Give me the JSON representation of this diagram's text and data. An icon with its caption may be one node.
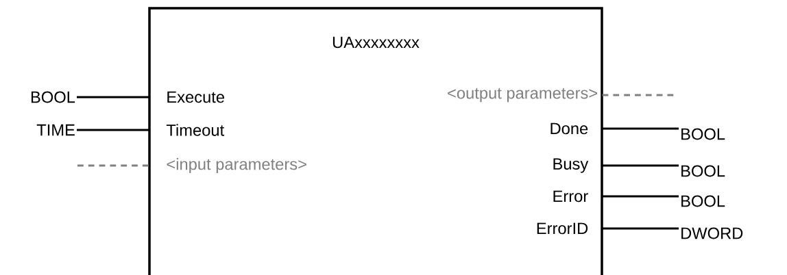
{
  "diagram": {
    "nodes": [
      {
        "text": [
          "UAxxxxxxxx"
        ]
      },
      {
        "text": [
          "Execute"
        ],
        "in": 0
      },
      {
        "text": [
          "Timeout"
        ],
        "in": 0
      },
      {
        "text": [
          "<input parameters>"
        ],
        "in": 0
      },
      {
        "text": [
          "<output parameters>"
        ],
        "in": 0
      },
      {
        "text": [
          "Done"
        ],
        "in": 0
      },
      {
        "text": [
          "Busy"
        ],
        "in": 0
      },
      {
        "text": [
          "Error"
        ],
        "in": 0
      },
      {
        "text": [
          "ErrorID"
        ],
        "in": 0
      },
      {
        "text": [
          "BOOL"
        ]
      },
      {
        "text": [
          "TIME"
        ]
      },
      {
        "text": [
          "BOOL"
        ]
      },
      {
        "text": [
          "BOOL"
        ]
      },
      {
        "text": [
          "BOOL"
        ]
      },
      {
        "text": [
          "DWORD"
        ]
      }
    ],
    "edges": [
      {
        "from": 9,
        "to": 1,
        "arrow": "none"
      },
      {
        "from": 10,
        "to": 2,
        "arrow": "none"
      },
      {
        "from": null,
        "to": 3,
        "arrow": "none",
        "style": "dashed",
        "color": "#808080"
      },
      {
        "from": 4,
        "to": null,
        "arrow": "none",
        "style": "dashed",
        "color": "#808080"
      },
      {
        "from": 5,
        "to": 11,
        "arrow": "none"
      },
      {
        "from": 6,
        "to": 12,
        "arrow": "none"
      },
      {
        "from": 7,
        "to": 13,
        "arrow": "none"
      },
      {
        "from": 8,
        "to": 14,
        "arrow": "none"
      }
    ]
  }
}
